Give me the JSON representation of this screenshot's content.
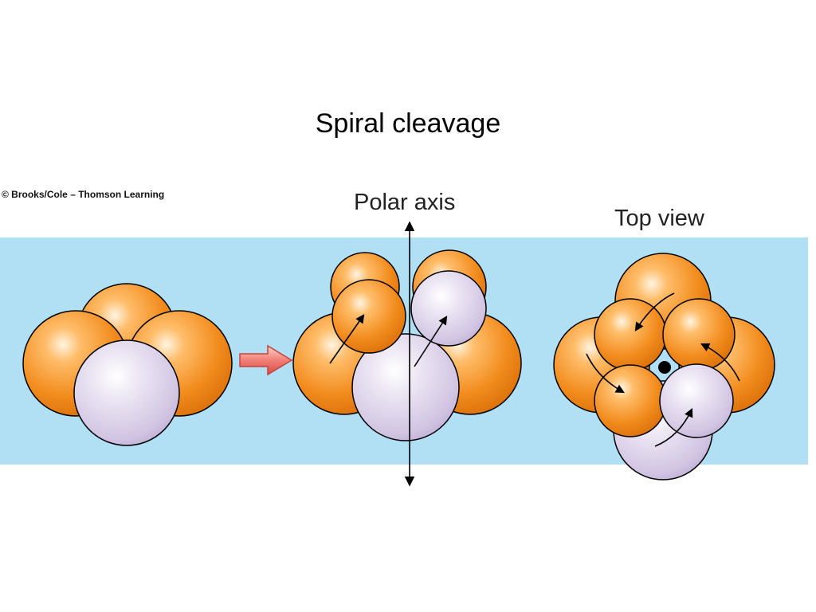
{
  "title": "Spiral cleavage",
  "credit": "© Brooks/Cole – Thomson Learning",
  "labels": {
    "polar_axis": "Polar axis",
    "top_view": "Top view"
  },
  "colors": {
    "background_band": "#b1e0f5",
    "cell_orange": "#f28c1e",
    "cell_lavender": "#d2c6e3",
    "arrow_red": "#f08078"
  }
}
